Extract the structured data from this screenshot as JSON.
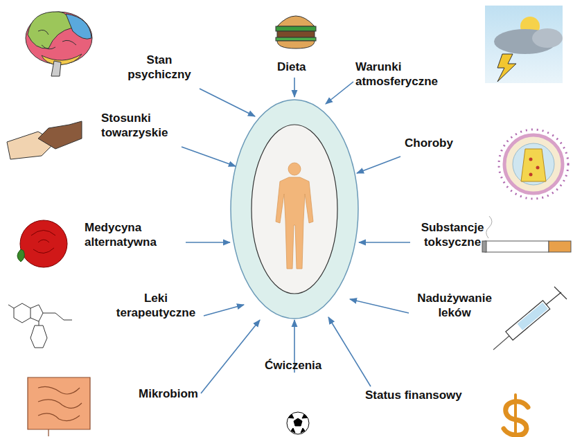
{
  "diagram": {
    "labels": [
      "Stan psychiczny",
      "Dieta",
      "Warunki atmosferyczne",
      "Stosunki towarzyskie",
      "Choroby",
      "Medycyna alternatywna",
      "Substancje toksyczne",
      "Leki terapeutyczne",
      "Nadużywanie leków",
      "Mikrobiom",
      "Ćwiczenia",
      "Status finansowy"
    ]
  }
}
